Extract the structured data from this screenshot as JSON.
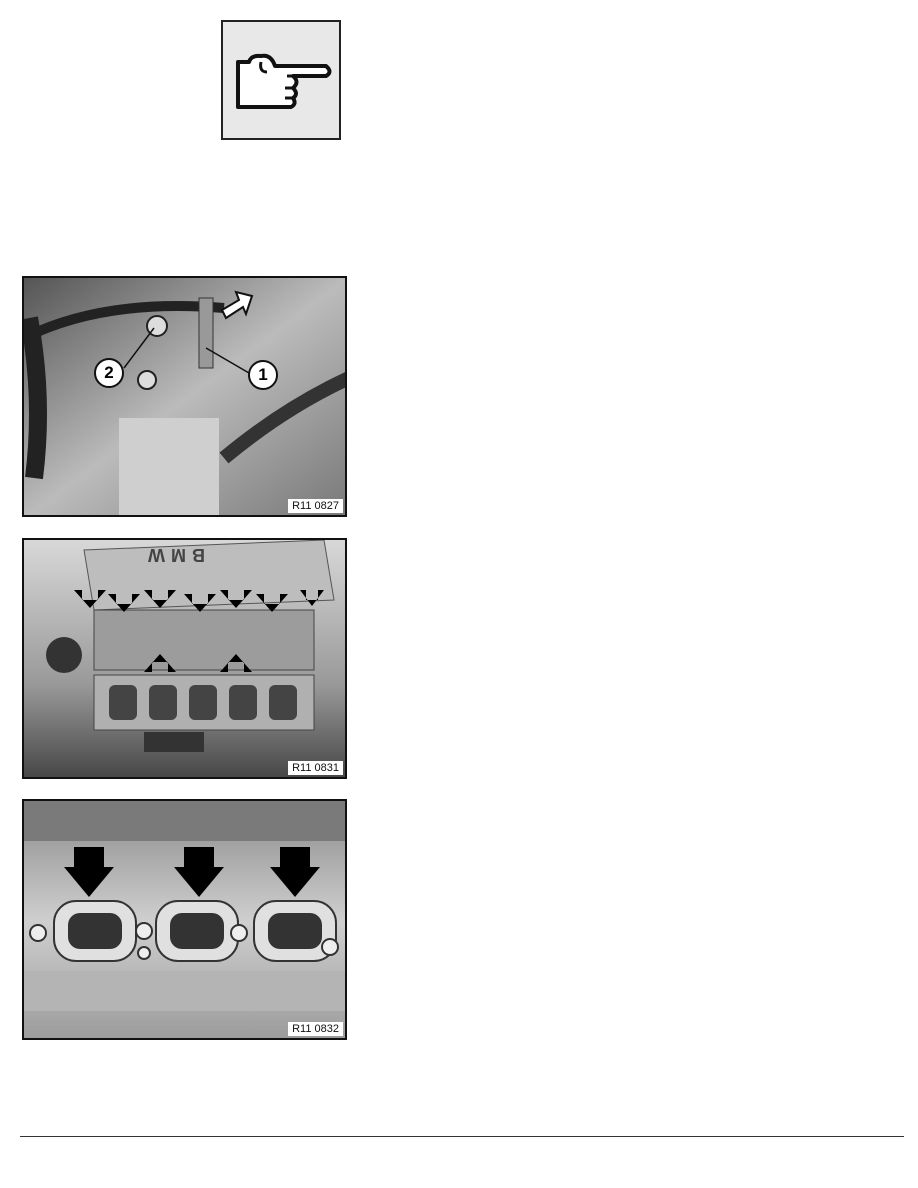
{
  "note_icon": "pointing-hand-icon",
  "figures": [
    {
      "caption": "R11 0827",
      "callouts": [
        "1",
        "2"
      ]
    },
    {
      "caption": "R11 0831",
      "engine_cover_text": "BMW"
    },
    {
      "caption": "R11 0832"
    }
  ]
}
